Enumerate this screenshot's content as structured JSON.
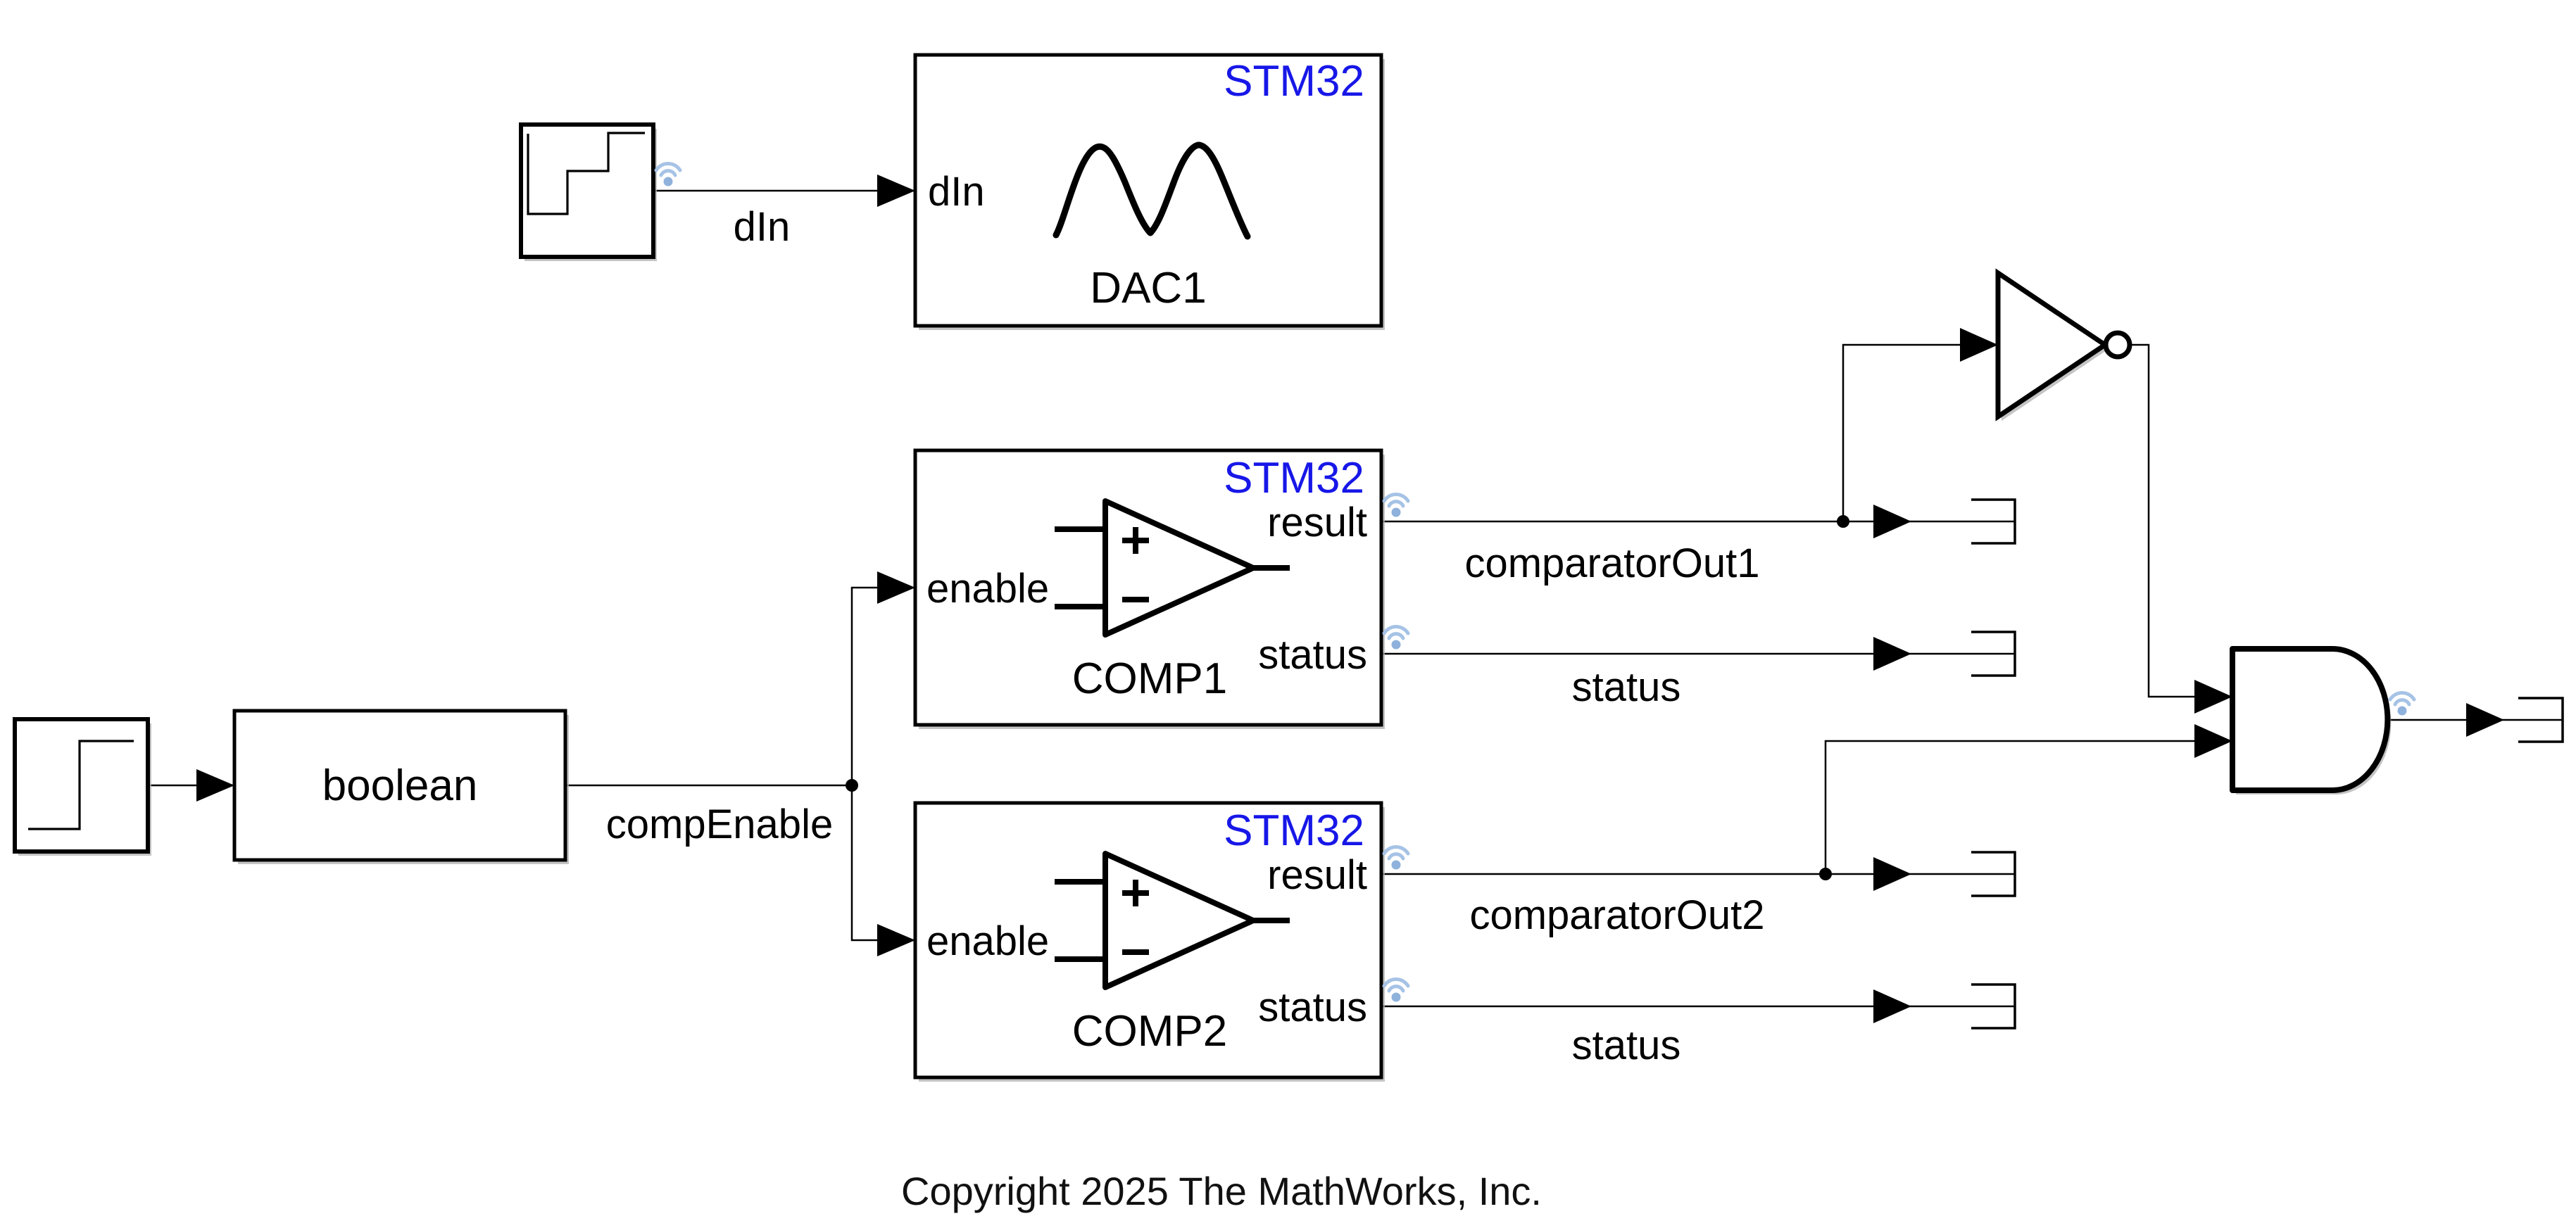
{
  "footer": {
    "copyright": "Copyright 2025 The MathWorks, Inc."
  },
  "colors": {
    "stm32_badge_blue": "#1717e8",
    "wireless_icon_blue": "#a6c3e6",
    "wireless_dot_blue": "#8fb2dc",
    "wire_black": "#000000",
    "background_white": "#ffffff"
  },
  "blocks": {
    "stair_source": {
      "icon": "stair-waveform-icon"
    },
    "step_source": {
      "icon": "step-waveform-icon"
    },
    "boolean_conversion": {
      "name": "boolean"
    },
    "dac1": {
      "badge": "STM32",
      "name": "DAC1",
      "icon": "analog-waveform-icon",
      "ports": {
        "in1": "dIn"
      }
    },
    "comp1": {
      "badge": "STM32",
      "name": "COMP1",
      "icon": "opamp-icon",
      "ports": {
        "in1": "enable",
        "out1": "result",
        "out2": "status"
      }
    },
    "comp2": {
      "badge": "STM32",
      "name": "COMP2",
      "icon": "opamp-icon",
      "ports": {
        "in1": "enable",
        "out1": "result",
        "out2": "status"
      }
    },
    "not_gate": {
      "shape": "not-gate"
    },
    "and_gate": {
      "shape": "and-gate"
    },
    "terminator_count": 5
  },
  "signals": {
    "din": "dIn",
    "comp_enable": "compEnable",
    "comparator_out1": "comparatorOut1",
    "comp1_status": "status",
    "comparator_out2": "comparatorOut2",
    "comp2_status": "status"
  }
}
